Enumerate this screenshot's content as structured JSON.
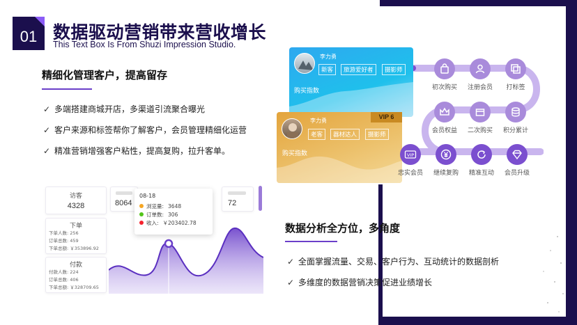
{
  "header": {
    "number": "01",
    "title": "数据驱动营销带来营收增长",
    "subtitle": "This Text Box Is From Shuzi Impression Studio."
  },
  "section1": {
    "title": "精细化管理客户，提高留存",
    "bullets": [
      "多端搭建商城开店，多渠道引流聚合曝光",
      "客户来源和标签帮你了解客户，会员管理精细化运营",
      "精准营销增强客户粘性，提高复购，拉升客单。"
    ]
  },
  "section2": {
    "title": "数据分析全方位，多角度",
    "bullets": [
      "全面掌握流量、交易、客户行为、互动统计的数据剖析",
      "多维度的数据营销决策促进业绩增长"
    ]
  },
  "dashboard": {
    "visitors_label": "访客",
    "visitors_value": "4328",
    "stat2": "8064",
    "stat3": "72",
    "orders": {
      "title": "下单",
      "lines": [
        "下单人数: 256",
        "订单总数: 459",
        "下单总额: ￥353896.92"
      ]
    },
    "payments": {
      "title": "付款",
      "lines": [
        "付款人数: 224",
        "订单总数: 406",
        "下单总额: ￥328709.65"
      ]
    },
    "tooltip": {
      "date": "08-18",
      "rows": [
        {
          "label": "浏览量:",
          "value": "3648",
          "color": "#f5a623"
        },
        {
          "label": "订单数:",
          "value": "306",
          "color": "#52c41a"
        },
        {
          "label": "收入:",
          "value": "￥203402.78",
          "color": "#f5222d"
        }
      ]
    }
  },
  "cards": {
    "blue": {
      "name": "李力勇",
      "tags": [
        "新客",
        "旅游爱好者",
        "摄影师"
      ],
      "label": "购买指数"
    },
    "gold": {
      "name": "李力勇",
      "tags": [
        "老客",
        "器材达人",
        "摄影师"
      ],
      "label": "购买指数",
      "vip": "VIP 6"
    }
  },
  "flow": [
    {
      "label": "初次购买",
      "icon": "bag-icon"
    },
    {
      "label": "注册会员",
      "icon": "user-icon"
    },
    {
      "label": "打标签",
      "icon": "layers-icon"
    },
    {
      "label": "积分累计",
      "icon": "coins-icon"
    },
    {
      "label": "二次购买",
      "icon": "shop-icon"
    },
    {
      "label": "会员权益",
      "icon": "crown-icon"
    },
    {
      "label": "忠实会员",
      "icon": "vip-icon"
    },
    {
      "label": "继续复购",
      "icon": "yen-icon"
    },
    {
      "label": "精准互动",
      "icon": "refresh-icon"
    },
    {
      "label": "会员升级",
      "icon": "diamond-icon"
    }
  ],
  "colors": {
    "navy": "#1b0f4d",
    "purple": "#7b4fcf",
    "light_purple": "#a98bdb"
  }
}
